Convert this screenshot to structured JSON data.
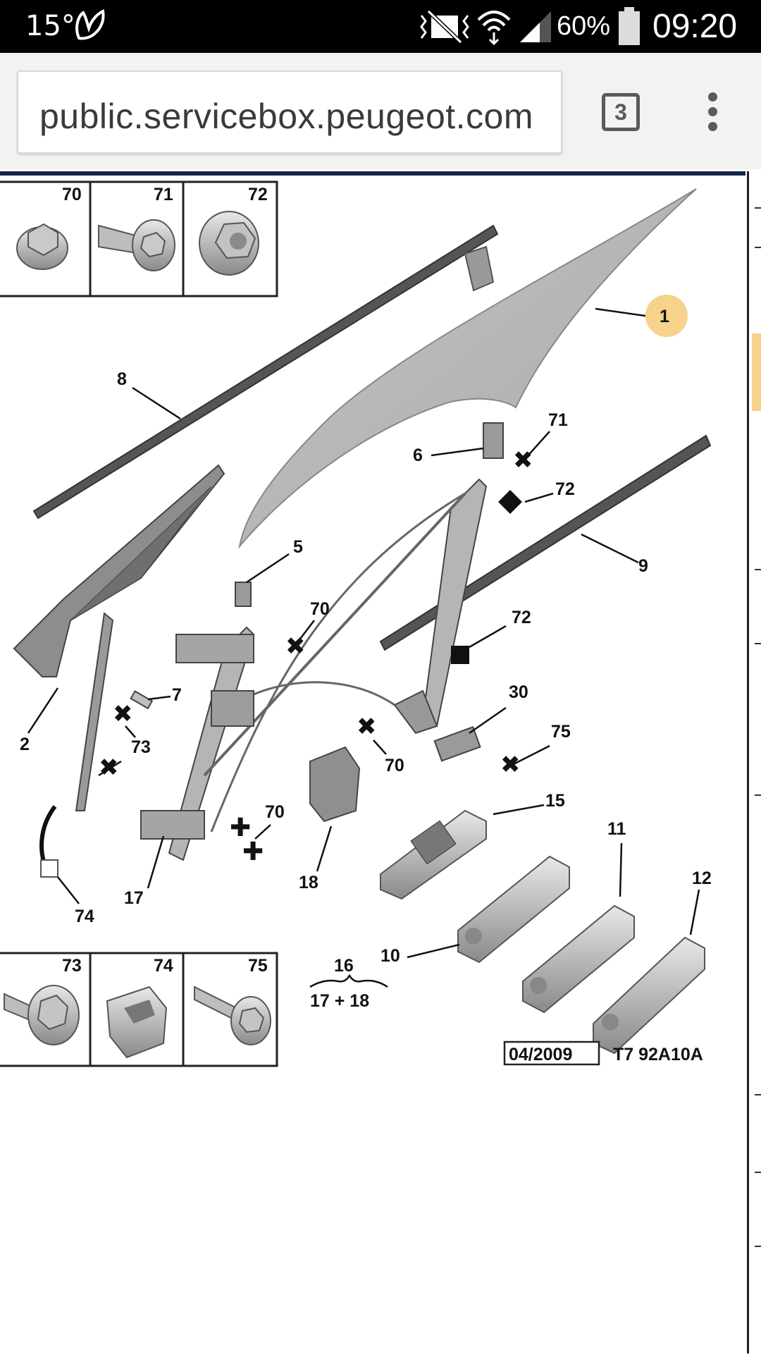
{
  "status_bar": {
    "temperature": "15°",
    "battery": "60%",
    "time": "09:20",
    "icons": [
      "butterfly-icon",
      "mute-vibrate-icon",
      "wifi-icon",
      "cell-signal-icon",
      "battery-icon"
    ]
  },
  "browser": {
    "url": "public.servicebox.peugeot.com",
    "tab_count": "3",
    "menu_icon": "overflow-menu-icon"
  },
  "diagram": {
    "fastener_boxes_top": [
      "70",
      "71",
      "72"
    ],
    "fastener_boxes_bottom": [
      "73",
      "74",
      "75"
    ],
    "callouts": {
      "c1": "1",
      "c8": "8",
      "c71": "71",
      "c6": "6",
      "c72a": "72",
      "c9": "9",
      "c5": "5",
      "c70a": "70",
      "c72b": "72",
      "c7": "7",
      "c30": "30",
      "c2": "2",
      "c73": "73",
      "c75": "75",
      "c70b": "70",
      "c15": "15",
      "c70c": "70",
      "c11": "11",
      "c12": "12",
      "c74": "74",
      "c17": "17",
      "c18": "18",
      "c10": "10",
      "c16": "16"
    },
    "kit_formula": "17 + 18",
    "date_code": "04/2009",
    "ref_code": "T7 92A10A"
  }
}
